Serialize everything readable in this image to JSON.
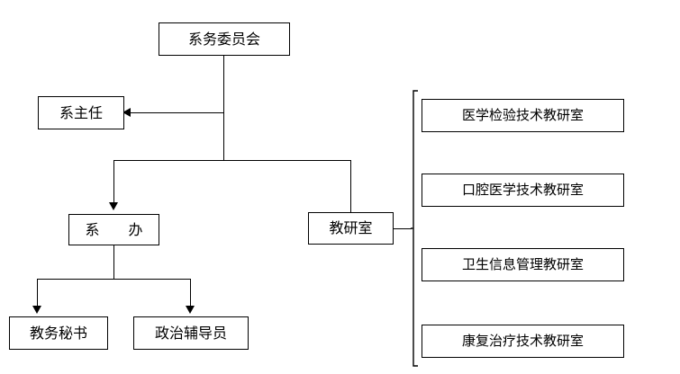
{
  "diagram": {
    "type": "organization-chart",
    "title": "",
    "nodes": {
      "committee": {
        "label": "系务委员会"
      },
      "director": {
        "label": "系主任"
      },
      "office": {
        "label": "系　　办"
      },
      "teaching_section": {
        "label": "教研室"
      },
      "secretary": {
        "label": "教务秘书"
      },
      "counselor": {
        "label": "政治辅导员"
      },
      "dept1": {
        "label": "医学检验技术教研室"
      },
      "dept2": {
        "label": "口腔医学技术教研室"
      },
      "dept3": {
        "label": "卫生信息管理教研室"
      },
      "dept4": {
        "label": "康复治疗技术教研室"
      }
    },
    "colors": {
      "line": "#000000",
      "box_border": "#000000",
      "background": "#ffffff",
      "text": "#000000"
    }
  }
}
